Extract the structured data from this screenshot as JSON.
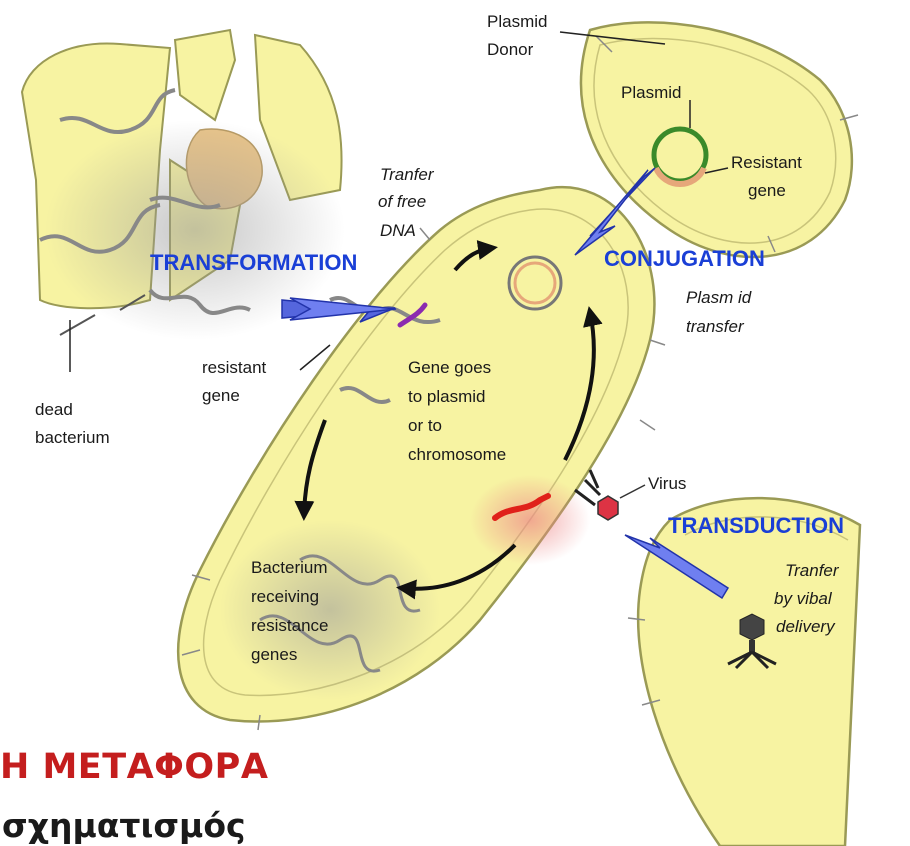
{
  "labels": {
    "plasmid_donor_1": "Plasmid",
    "plasmid_donor_2": "Donor",
    "plasmid": "Plasmid",
    "resistant_gene_1": "Resistant",
    "resistant_gene_2": "gene",
    "transfer_free_1": "Tranfer",
    "transfer_free_2": "of free",
    "transfer_free_3": "DNA",
    "transformation": "TRANSFORMATION",
    "conjugation": "CONJUGATION",
    "plasmid_transfer_1": "Plasm id",
    "plasmid_transfer_2": "transfer",
    "resistant_gene_left_1": "resistant",
    "resistant_gene_left_2": "gene",
    "gene_goes_1": "Gene goes",
    "gene_goes_2": "to plasmid",
    "gene_goes_3": "or to",
    "gene_goes_4": "chromosome",
    "dead_bacterium_1": "dead",
    "dead_bacterium_2": "bacterium",
    "virus": "Virus",
    "transduction": "TRANSDUCTION",
    "transfer_viral_1": "Tranfer",
    "transfer_viral_2": "by vibal",
    "transfer_viral_3": "delivery",
    "receiving_1": "Bacterium",
    "receiving_2": "receiving",
    "receiving_3": "resistance",
    "receiving_4": "genes"
  },
  "caption": {
    "title": "Η ΜΕΤΑΦΟΡΑ",
    "subtitle": "σχηματισμός"
  },
  "colors": {
    "cell_fill": "#f7f3a2",
    "cell_stroke": "#9a9a55",
    "process_label": "#1a3fd6",
    "caption_title": "#c41e1e"
  }
}
